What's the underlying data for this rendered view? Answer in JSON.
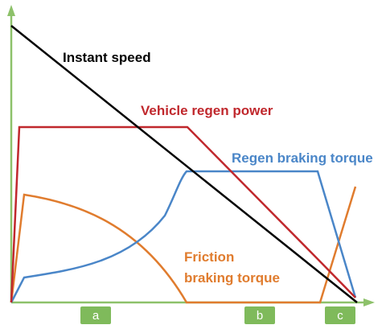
{
  "colors": {
    "axis": "#8dc16a",
    "speed": "#000000",
    "regen_power": "#c0282d",
    "regen_torque": "#4a86c8",
    "friction_torque": "#e07c2e",
    "phase_fill": "#7fba5b",
    "phase_text": "#ffffff"
  },
  "labels": {
    "instant_speed": "Instant speed",
    "vehicle_regen_power": "Vehicle regen power",
    "regen_braking_torque": "Regen braking torque",
    "friction_braking_torque_line1": "Friction",
    "friction_braking_torque_line2": "braking torque"
  },
  "phases": [
    {
      "id": "a",
      "label": "a"
    },
    {
      "id": "b",
      "label": "b"
    },
    {
      "id": "c",
      "label": "c"
    }
  ]
}
